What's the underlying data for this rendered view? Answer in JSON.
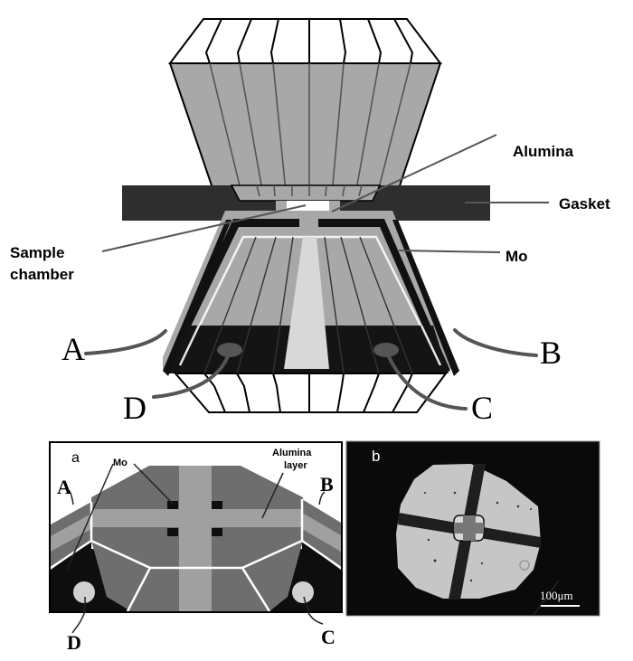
{
  "figure": {
    "main_diagram": {
      "labels": {
        "alumina": "Alumina",
        "gasket": "Gasket",
        "sample_chamber_line1": "Sample",
        "sample_chamber_line2": "chamber",
        "mo": "Mo",
        "electrode_a": "A",
        "electrode_b": "B",
        "electrode_c": "C",
        "electrode_d": "D"
      }
    },
    "panel_a": {
      "panel_letter": "a",
      "labels": {
        "mo": "Mo",
        "alumina_line1": "Alumina",
        "alumina_line2": "layer",
        "electrode_a": "A",
        "electrode_b": "B",
        "electrode_c": "C",
        "electrode_d": "D"
      }
    },
    "panel_b": {
      "panel_letter": "b",
      "scale_bar_label": "100μm"
    },
    "colors": {
      "anvil_gray": "#a8a8a8",
      "gasket_dark": "#2e2e2e",
      "black": "#111111",
      "light_strip": "#d8d8d8",
      "mo_mid_gray": "#6e6e6e",
      "alumina_layer": "#a0a0a0",
      "photo_bg": "#0a0a0a",
      "photo_disc": "#c6c6c6"
    }
  }
}
